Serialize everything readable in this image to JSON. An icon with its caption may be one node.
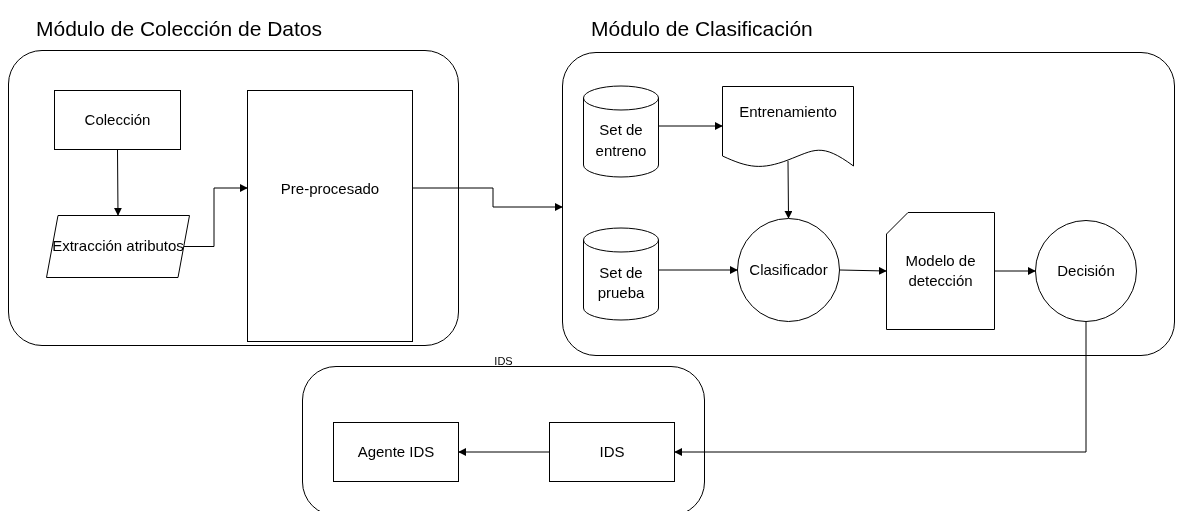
{
  "diagram": {
    "nodes": [
      {
        "text": [
          "Módulo de Colección de Datos"
        ]
      },
      {
        "text": [
          "Colección"
        ],
        "in": 0
      },
      {
        "text": [
          "Extracción atributos"
        ],
        "in": 0
      },
      {
        "text": [
          "Pre-procesado"
        ],
        "in": 0
      },
      {
        "text": [
          "Módulo de Clasificación"
        ]
      },
      {
        "text": [
          "Set de entreno"
        ],
        "in": 4
      },
      {
        "text": [
          "Entrenamiento"
        ],
        "in": 4
      },
      {
        "text": [
          "Set de prueba"
        ],
        "in": 4
      },
      {
        "text": [
          "Clasificador"
        ],
        "in": 4
      },
      {
        "text": [
          "Modelo de detección"
        ],
        "in": 4
      },
      {
        "text": [
          "Decisión"
        ],
        "in": 4
      },
      {
        "text": [
          "IDS"
        ]
      },
      {
        "text": [
          "Agente IDS"
        ],
        "in": 11
      },
      {
        "text": [
          "IDS"
        ],
        "in": 11
      }
    ],
    "edges": [
      {
        "from": 1,
        "to": 2,
        "arrow": "to"
      },
      {
        "from": 2,
        "to": 3,
        "arrow": "to"
      },
      {
        "from": 3,
        "to": 4,
        "arrow": "to"
      },
      {
        "from": 5,
        "to": 6,
        "arrow": "to"
      },
      {
        "from": 6,
        "to": 8,
        "arrow": "to"
      },
      {
        "from": 7,
        "to": 8,
        "arrow": "to"
      },
      {
        "from": 8,
        "to": 9,
        "arrow": "to"
      },
      {
        "from": 9,
        "to": 10,
        "arrow": "to"
      },
      {
        "from": 10,
        "to": 13,
        "arrow": "to"
      },
      {
        "from": 13,
        "to": 12,
        "arrow": "to"
      }
    ]
  }
}
